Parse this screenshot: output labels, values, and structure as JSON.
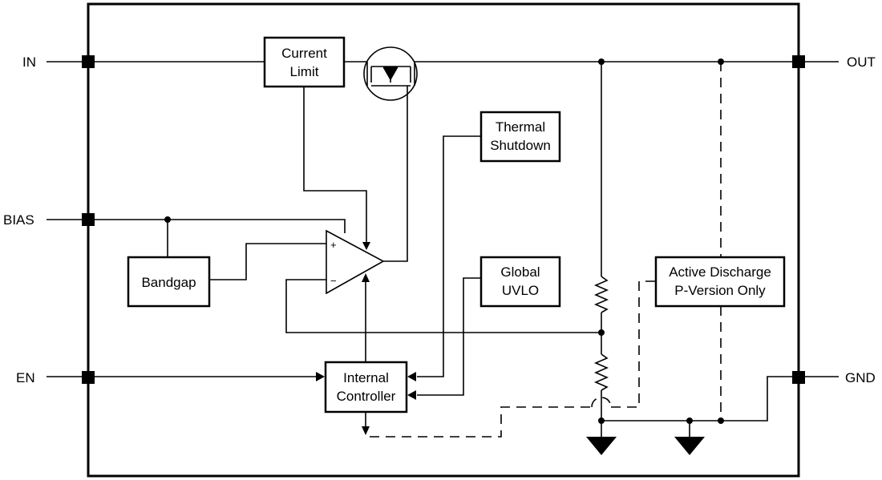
{
  "pins": {
    "in": "IN",
    "bias": "BIAS",
    "en": "EN",
    "out": "OUT",
    "gnd": "GND"
  },
  "blocks": {
    "current_limit": [
      "Current",
      "Limit"
    ],
    "thermal_shutdown": [
      "Thermal",
      "Shutdown"
    ],
    "bandgap": [
      "Bandgap"
    ],
    "global_uvlo": [
      "Global",
      "UVLO"
    ],
    "internal_controller": [
      "Internal",
      "Controller"
    ],
    "active_discharge": [
      "Active Discharge",
      "P-Version Only"
    ]
  },
  "amplifier": {
    "plus": "+",
    "minus": "−"
  }
}
